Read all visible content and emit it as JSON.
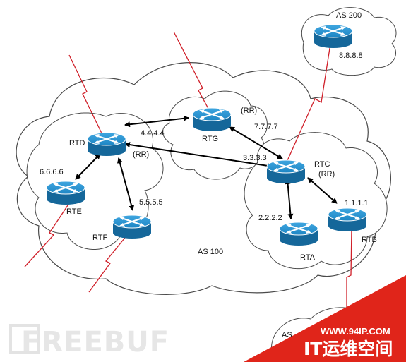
{
  "labels": {
    "as200": "AS 200",
    "ip_rtas200": "8.8.8.8",
    "rr_rtg": "(RR)",
    "ip_rtg": "7.7.7.7",
    "rtg": "RTG",
    "ip_rtd": "4.4.4.4",
    "rtd": "RTD",
    "rr_rtd": "(RR)",
    "ip_rte": "6.6.6.6",
    "rte": "RTE",
    "ip_rtf": "5.5.5.5",
    "rtf": "RTF",
    "ip_rtc": "3.3.3.3",
    "rtc": "RTC",
    "rr_rtc": "(RR)",
    "ip_rta": "2.2.2.2",
    "rta": "RTA",
    "ip_rtb": "1.1.1.1",
    "rtb": "RTB",
    "as100": "AS 100",
    "as_partial": "AS"
  },
  "watermarks": {
    "freebuf": "FREEBUF",
    "site_url": "WWW.94IP.COM",
    "site_name": "IT运维空间"
  },
  "colors": {
    "router": "#1E86C4",
    "link": "#D0202A",
    "watermark_red": "#E0251A",
    "arrow": "#000000"
  }
}
